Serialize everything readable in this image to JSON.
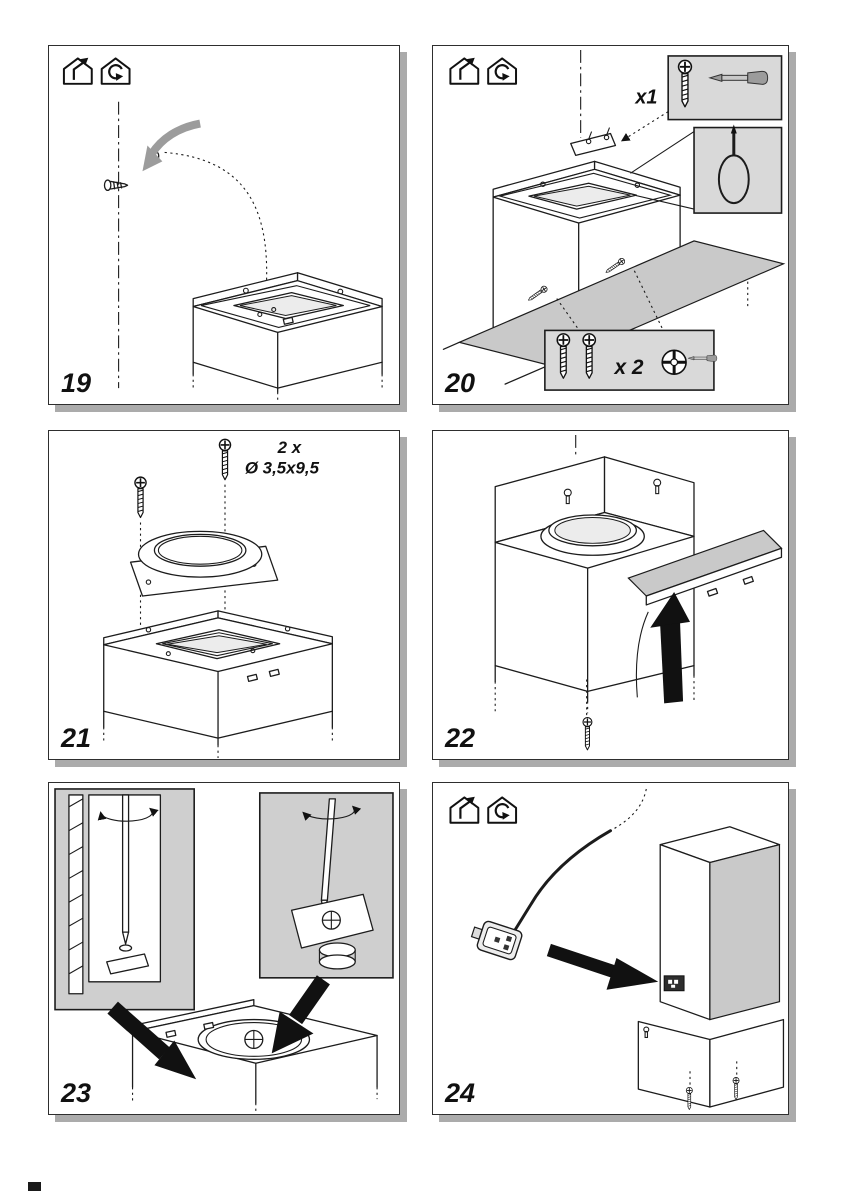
{
  "panels": [
    {
      "number": "19",
      "icons": [
        "house-exhaust-arrow-icon",
        "house-recirculation-icon"
      ]
    },
    {
      "number": "20",
      "icons": [
        "house-exhaust-arrow-icon",
        "house-recirculation-icon"
      ],
      "labels": {
        "screws_single": "x1",
        "screws_double": "x 2"
      }
    },
    {
      "number": "21",
      "labels": {
        "quantity": "2 x",
        "screw_size": "Ø 3,5x9,5"
      }
    },
    {
      "number": "22"
    },
    {
      "number": "23"
    },
    {
      "number": "24",
      "icons": [
        "house-exhaust-arrow-icon",
        "house-recirculation-icon"
      ]
    }
  ],
  "colors": {
    "panel_border": "#2e2e2e",
    "panel_shadow": "#ababab",
    "line": "#1c1c1c",
    "shade_gray": "#c9c9c9",
    "callout_background": "#d9d9d9"
  }
}
